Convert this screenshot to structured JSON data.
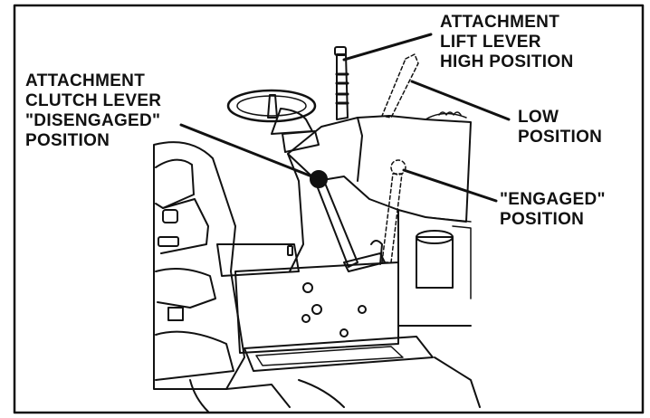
{
  "labels": {
    "lift_lever": {
      "lines": [
        "ATTACHMENT",
        "LIFT LEVER",
        "HIGH POSITION"
      ]
    },
    "low_position": {
      "lines": [
        "LOW",
        "POSITION"
      ]
    },
    "clutch_lever": {
      "lines": [
        "ATTACHMENT",
        "CLUTCH LEVER",
        "\"DISENGAGED\"",
        "POSITION"
      ]
    },
    "engaged_position": {
      "lines": [
        "\"ENGAGED\"",
        "POSITION"
      ]
    }
  },
  "colors": {
    "ink": "#111111",
    "paper": "#ffffff"
  }
}
